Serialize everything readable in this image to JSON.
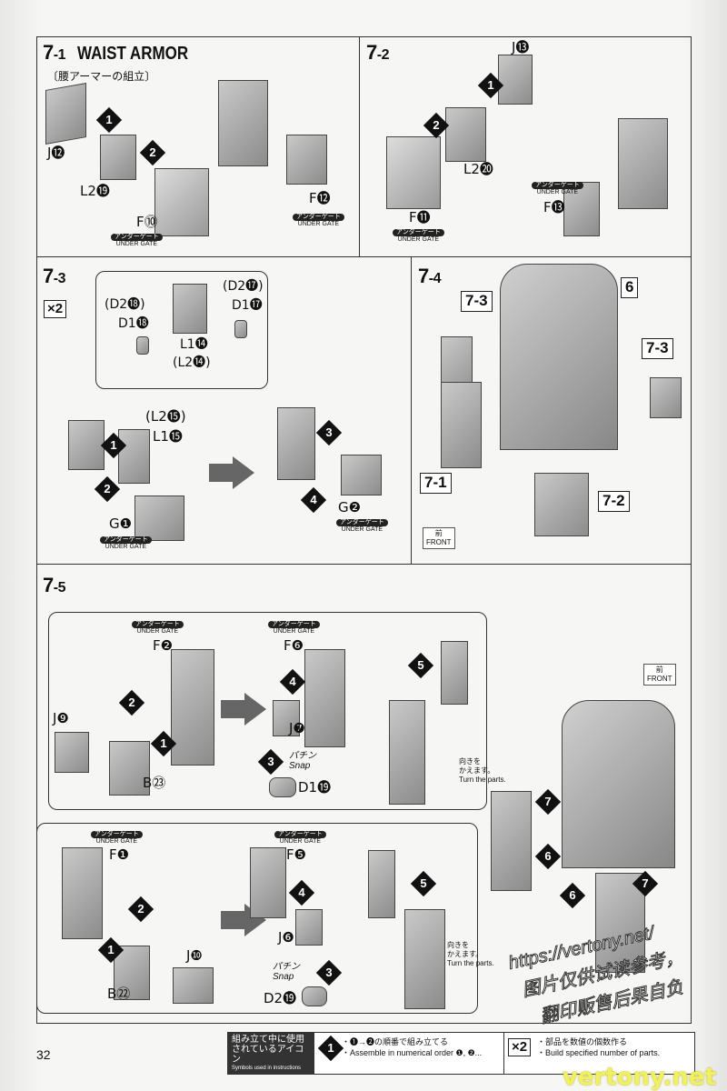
{
  "page_number": "32",
  "s71": {
    "num": "7",
    "sub": "-1",
    "title": "WAIST ARMOR",
    "subtitle": "〔腰アーマーの組立〕",
    "parts": [
      "J⓬",
      "L2⓳",
      "F⓾",
      "F⓬"
    ],
    "steps": [
      "1",
      "2"
    ]
  },
  "s72": {
    "num": "7",
    "sub": "-2",
    "parts": [
      "J⓭",
      "L2⓴",
      "F⓫",
      "F⓭"
    ],
    "steps": [
      "1",
      "2"
    ]
  },
  "s73": {
    "num": "7",
    "sub": "-3",
    "multiplier": "×2",
    "parts": [
      "(D2⓲)",
      "D1⓲",
      "(D2⓱)",
      "D1⓱",
      "L1⓮",
      "(L2⓮)",
      "(L2⓯)",
      "L1⓯",
      "G❶",
      "G❷"
    ],
    "steps": [
      "1",
      "2",
      "3",
      "4"
    ]
  },
  "s74": {
    "num": "7",
    "sub": "-4",
    "refs": [
      "6",
      "7-3",
      "7-3",
      "7-1",
      "7-2"
    ],
    "front_jp": "前",
    "front": "FRONT"
  },
  "s75": {
    "num": "7",
    "sub": "-5",
    "parts_top": [
      "F❷",
      "J❾",
      "B㉓",
      "F❻",
      "J❼",
      "D1⓳"
    ],
    "parts_bottom": [
      "F❶",
      "B㉒",
      "J❿",
      "F❺",
      "J❻",
      "D2⓳"
    ],
    "steps": [
      "1",
      "2",
      "3",
      "4",
      "5",
      "6",
      "7"
    ],
    "snap_jp": "パチン",
    "snap": "Snap",
    "turn_jp": "向きを\nかえます。",
    "turn": "Turn the parts.",
    "front_jp": "前",
    "front": "FRONT"
  },
  "under_gate_jp": "アンダーゲート",
  "under_gate": "UNDER GATE",
  "legend": {
    "title_jp": "組み立て中に使用されているアイコン",
    "title": "Symbols used in instructions",
    "order_jp": "・❶→❷の順番で組み立てる",
    "order": "・Assemble in numerical order ❶, ❷...",
    "build_jp": "・部品を数値の個数作る",
    "build": "・Build specified number of parts.",
    "x2": "×2",
    "icon1": "1"
  },
  "watermark": {
    "url": "https://vertony.net/",
    "line1": "图片仅供试读参考，",
    "line2": "翻印贩售后果自负",
    "site": "vertony.net"
  }
}
